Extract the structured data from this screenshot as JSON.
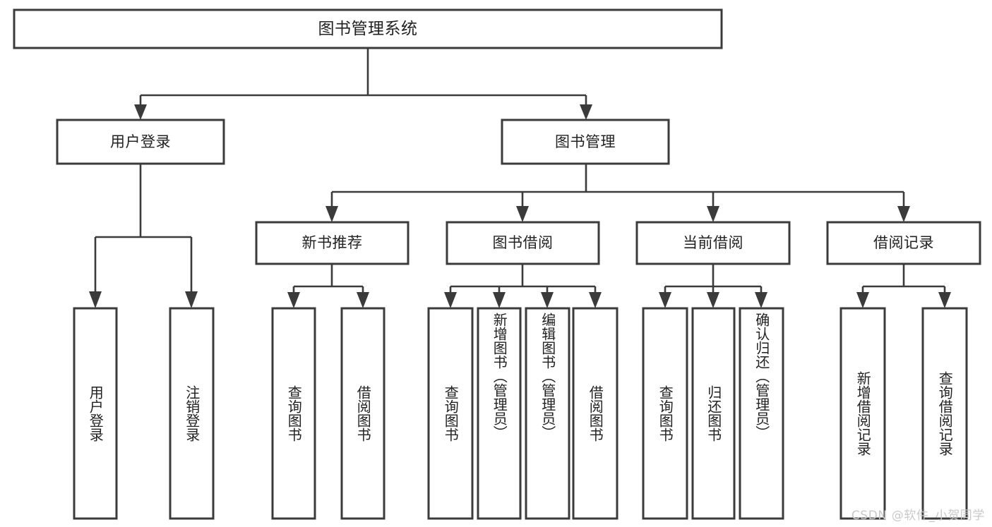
{
  "diagram": {
    "type": "tree-hierarchy-flowchart",
    "orientation": "top-down",
    "root": {
      "id": "root",
      "label": "图书管理系统"
    },
    "level1": [
      {
        "id": "user-login",
        "label": "用户登录"
      },
      {
        "id": "book-management",
        "label": "图书管理"
      }
    ],
    "level2": [
      {
        "id": "new-book-recommend",
        "label": "新书推荐",
        "parent": "book-management"
      },
      {
        "id": "book-borrow",
        "label": "图书借阅",
        "parent": "book-management"
      },
      {
        "id": "current-borrow",
        "label": "当前借阅",
        "parent": "book-management"
      },
      {
        "id": "borrow-record",
        "label": "借阅记录",
        "parent": "book-management"
      }
    ],
    "leaves": {
      "user-login": [
        {
          "id": "leaf-user-login",
          "label": "用户登录"
        },
        {
          "id": "leaf-user-logout",
          "label": "注销登录"
        }
      ],
      "new-book-recommend": [
        {
          "id": "leaf-query-book-1",
          "label": "查询图书"
        },
        {
          "id": "leaf-borrow-book-1",
          "label": "借阅图书"
        }
      ],
      "book-borrow": [
        {
          "id": "leaf-query-book-2",
          "label": "查询图书"
        },
        {
          "id": "leaf-add-book",
          "label": "新增图书（管理员）"
        },
        {
          "id": "leaf-edit-book",
          "label": "编辑图书（管理员）"
        },
        {
          "id": "leaf-borrow-book-2",
          "label": "借阅图书"
        }
      ],
      "current-borrow": [
        {
          "id": "leaf-query-book-3",
          "label": "查询图书"
        },
        {
          "id": "leaf-return-book",
          "label": "归还图书"
        },
        {
          "id": "leaf-confirm-return",
          "label": "确认归还（管理员）"
        }
      ],
      "borrow-record": [
        {
          "id": "leaf-add-record",
          "label": "新增借阅记录"
        },
        {
          "id": "leaf-query-record",
          "label": "查询借阅记录"
        }
      ]
    }
  },
  "watermark": {
    "text": "CSDN @软件_小贺同学"
  },
  "colors": {
    "background": "#ffffff",
    "box_fill": "#ffffff",
    "box_stroke": "#3b3b3b",
    "connector": "#3b3b3b",
    "text": "#222222",
    "watermark_text": "#c9c9c9"
  }
}
